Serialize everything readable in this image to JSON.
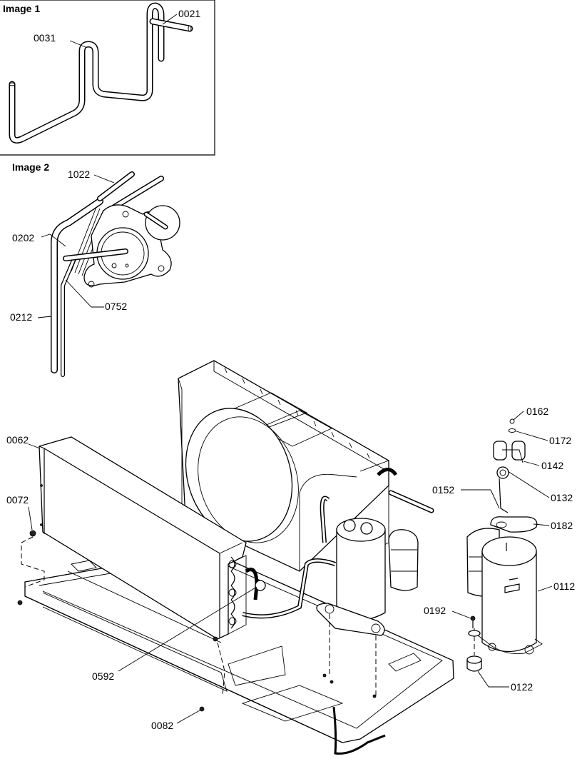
{
  "captions": {
    "image1": "Image 1",
    "image2": "Image 2"
  },
  "labels": {
    "p0021": "0021",
    "p0031": "0031",
    "p1022": "1022",
    "p0202": "0202",
    "p0752": "0752",
    "p0212": "0212",
    "p0062": "0062",
    "p0072": "0072",
    "p0592": "0592",
    "p0082": "0082",
    "p0162": "0162",
    "p0172": "0172",
    "p0142": "0142",
    "p0132": "0132",
    "p0152": "0152",
    "p0182": "0182",
    "p0112": "0112",
    "p0192": "0192",
    "p0122": "0122"
  }
}
